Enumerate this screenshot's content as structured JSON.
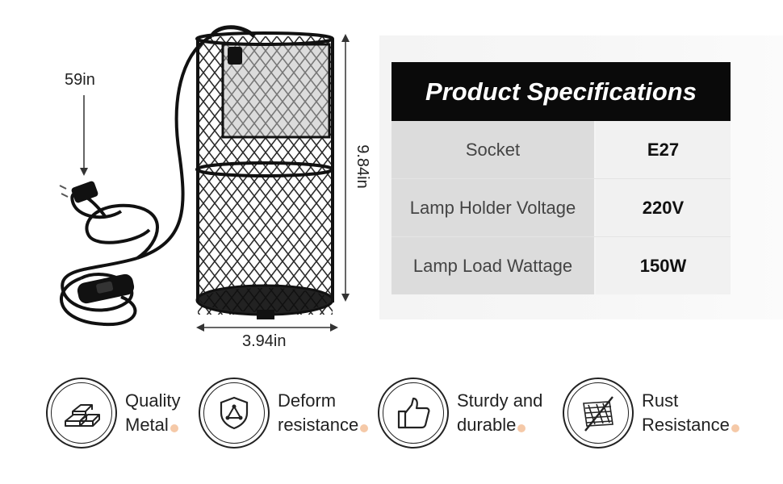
{
  "dimensions": {
    "cord_length": "59in",
    "height": "9.84in",
    "diameter": "3.94in"
  },
  "specs": {
    "title": "Product Specifications",
    "rows": [
      {
        "label": "Socket",
        "value": "E27"
      },
      {
        "label": "Lamp Holder Voltage",
        "value": "220V"
      },
      {
        "label": "Lamp Load Wattage",
        "value": "150W"
      }
    ]
  },
  "features": [
    {
      "icon": "metal-bars-icon",
      "line1": "Quality",
      "line2": "Metal"
    },
    {
      "icon": "shield-triangle-icon",
      "line1": "Deform",
      "line2": "resistance"
    },
    {
      "icon": "thumbs-up-icon",
      "line1": "Sturdy and",
      "line2": "durable"
    },
    {
      "icon": "no-rust-icon",
      "line1": "Rust",
      "line2": "Resistance"
    }
  ],
  "colors": {
    "header_bg": "#0a0a0a",
    "label_bg": "#dcdcdc",
    "value_bg": "#f1f1f1",
    "accent_dot": "#f5c9a8"
  }
}
